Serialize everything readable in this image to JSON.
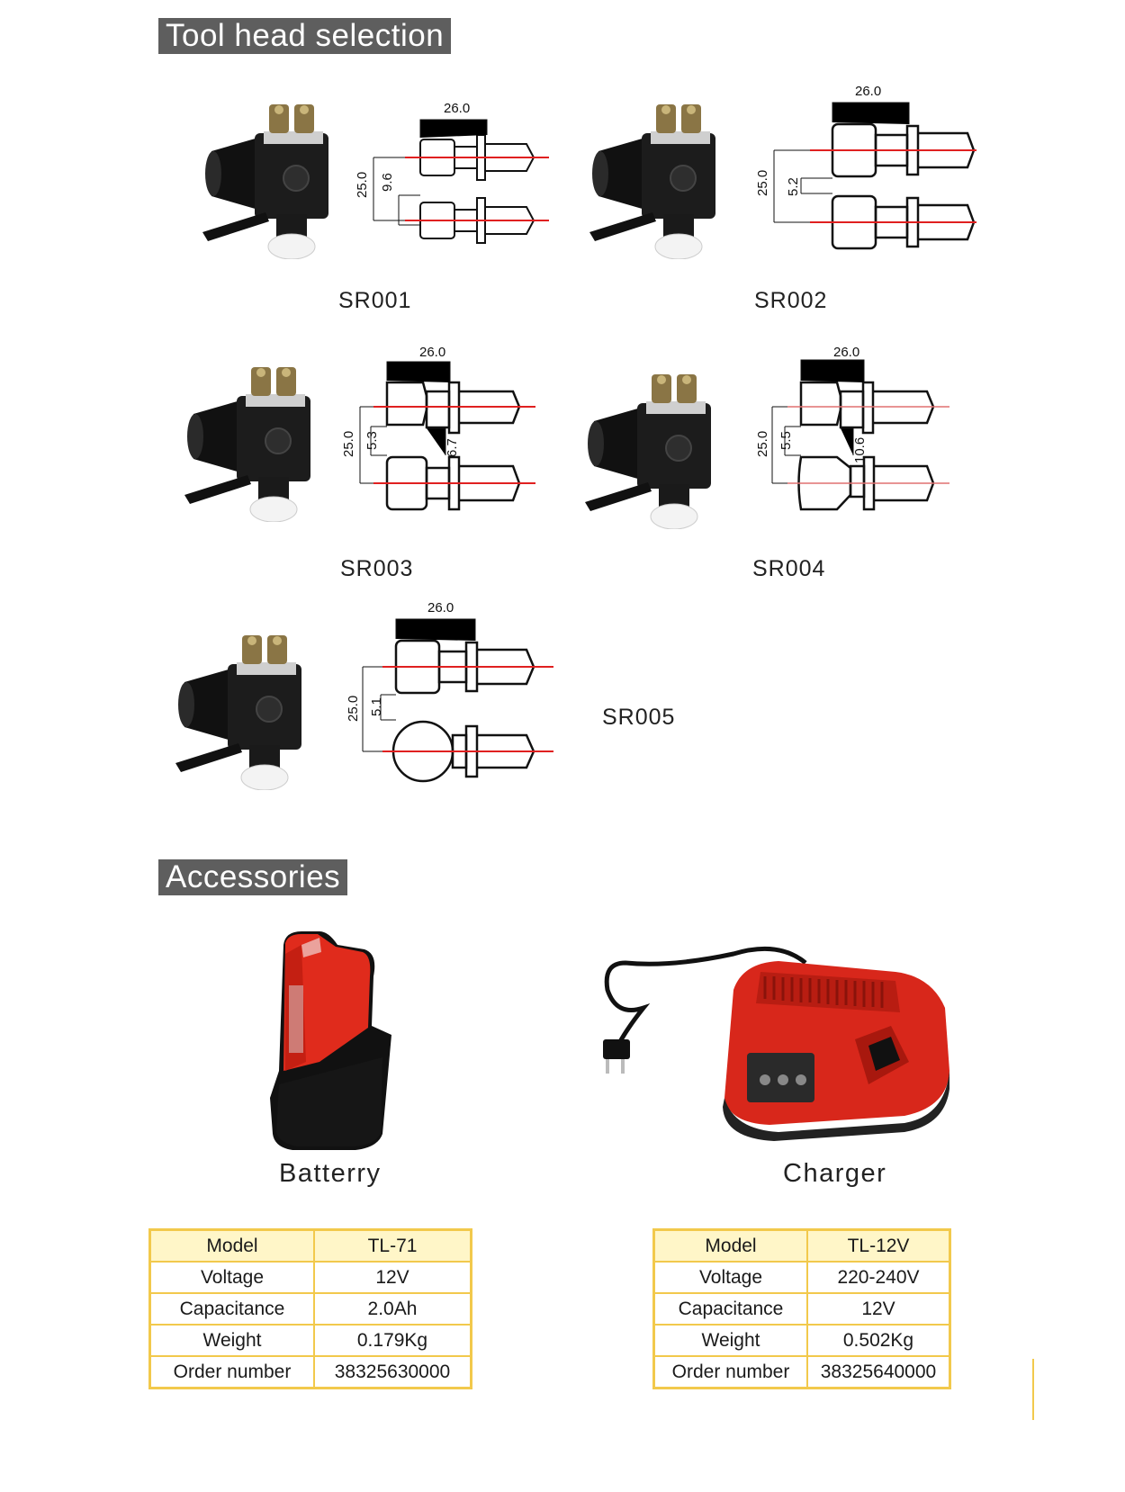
{
  "sections": {
    "tool_head_title": "Tool head selection",
    "accessories_title": "Accessories"
  },
  "tool_heads": [
    {
      "model": "SR001",
      "dims": [
        "26.0",
        "25.0",
        "9.6"
      ]
    },
    {
      "model": "SR002",
      "dims": [
        "26.0",
        "25.0",
        "5.2"
      ]
    },
    {
      "model": "SR003",
      "dims": [
        "26.0",
        "25.0",
        "5.3",
        "6.7"
      ]
    },
    {
      "model": "SR004",
      "dims": [
        "26.0",
        "25.0",
        "5.5",
        "10.6"
      ]
    },
    {
      "model": "SR005",
      "dims": [
        "26.0",
        "25.0",
        "5.1"
      ]
    }
  ],
  "accessories": {
    "battery": {
      "label": "Batterry",
      "rows": [
        [
          "Model",
          "TL-71"
        ],
        [
          "Voltage",
          "12V"
        ],
        [
          "Capacitance",
          "2.0Ah"
        ],
        [
          "Weight",
          "0.179Kg"
        ],
        [
          "Order number",
          "38325630000"
        ]
      ]
    },
    "charger": {
      "label": "Charger",
      "rows": [
        [
          "Model",
          "TL-12V"
        ],
        [
          "Voltage",
          "220-240V"
        ],
        [
          "Capacitance",
          "12V"
        ],
        [
          "Weight",
          "0.502Kg"
        ],
        [
          "Order number",
          "38325640000"
        ]
      ]
    }
  },
  "colors": {
    "title_bar": "#5e5e5e",
    "table_border": "#f2c94c",
    "table_header": "#fff6c8",
    "axis_line": "#e02020"
  }
}
